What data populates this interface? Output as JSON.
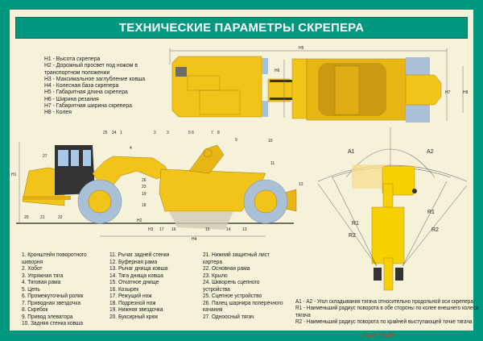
{
  "title": "ТЕХНИЧЕСКИЕ ПАРАМЕТРЫ СКРЕПЕРА",
  "h_legend": [
    "Н1 - Высота скрепера",
    "Н2 - Дорожный просвет под ножом в",
    "транспортном положении",
    "Н3 - Максимальное заглубление ковша",
    "Н4 - Колесная база скрепера",
    "Н5 - Габаритная длина скрепера",
    "Н6 - Ширина резания",
    "Н7 - Габаритная ширина скрепера",
    "Н8 - Колея"
  ],
  "parts_col1": [
    "1. Кронштейн поворотного",
    "шкворня",
    "2. Хобот",
    "3. Упряжная тяга",
    "4. Тяговая рама",
    "5. Цепь",
    "6. Промежуточный ролик",
    "7. Приводная звездочка",
    "8. Скребок",
    "9. Привод элеватора",
    "10. Задняя стенка ковша"
  ],
  "parts_col2": [
    "11. Рычаг задней стенки",
    "12. Буферная рама",
    "13. Рычаг днища ковша",
    "14. Тяга днища ковша",
    "15. Откатное днище",
    "16. Козырек",
    "17. Режущий нож",
    "18. Подрезной нож",
    "19. Нижняя звездочка",
    "20. Буксирный крюк"
  ],
  "parts_col3": [
    "21. Нижний защитный лист",
    "картера",
    "22. Основная рама",
    "23. Крыло",
    "24. Шкворень сцепного",
    "устройства",
    "25. Сцепное устройство",
    "26. Палец шарнира поперечного",
    "качания",
    "27. Одноосный тягач"
  ],
  "notes": [
    "А1 - А2 - Угол складывания тягача относительно продольной оси скрепера",
    "R1 - Наименьший радиус поворота в обе стороны по колее внешнего колеса",
    "тягача",
    "R2 - Наименьший радиус поворота по крайней выступающей точке тягача"
  ],
  "side_labels": {
    "n25": "25",
    "n24": "24",
    "n1": "1",
    "n2": "2",
    "n3": "3",
    "n56": "5 6",
    "n7": "7",
    "n8": "8",
    "n9": "9",
    "n10": "10",
    "n11": "11",
    "n12": "12",
    "n27": "27",
    "n26": "26",
    "n23": "23",
    "n19": "19",
    "n18": "18",
    "n20": "20",
    "n21": "21",
    "n22": "22",
    "n17": "17",
    "n16": "16",
    "n15": "15",
    "n14": "14",
    "n13": "13",
    "n4": "4",
    "h1": "H1",
    "h2": "H2",
    "h3": "H3",
    "h4": "H4"
  },
  "top_labels": {
    "h5": "H5",
    "h6": "H6",
    "h7": "H7",
    "h8": "H8"
  },
  "turn_labels": {
    "a1": "A1",
    "a2": "A2",
    "r1l": "R1",
    "r2l": "R2",
    "r1r": "R1",
    "r2r": "R2"
  },
  "footer": {
    "logo": "History People"
  },
  "colors": {
    "background": "#00977f",
    "panel": "#f6f2d9",
    "machine": "#f2c318",
    "tire": "#a9c0d6"
  }
}
